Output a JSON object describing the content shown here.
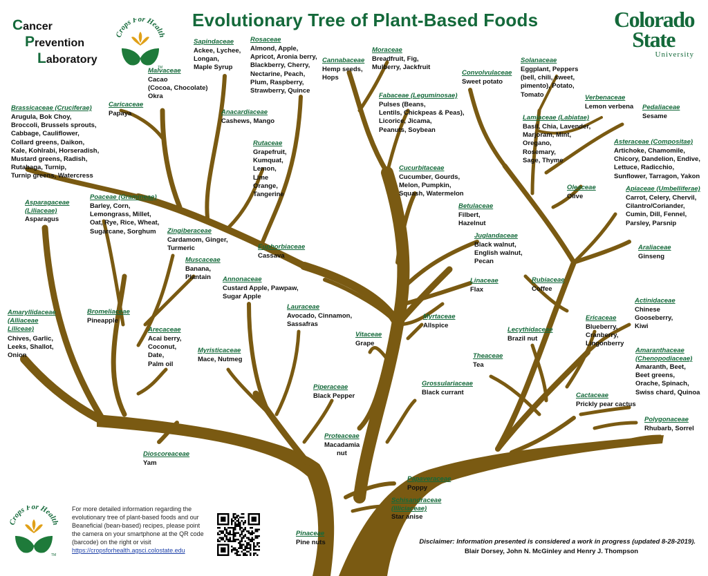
{
  "title": "Evolutionary Tree of Plant-Based Foods",
  "lab": {
    "c": "C",
    "line1": "ancer",
    "p": "P",
    "line2": "revention",
    "l": "L",
    "line3": "aboratory"
  },
  "brand": {
    "crops_logo_text": "Crops For Health",
    "tm": "TM"
  },
  "university": {
    "word1": "Colorado",
    "word2": "State",
    "word3": "University"
  },
  "colors": {
    "trunk": "#7a5a12",
    "green": "#14693a"
  },
  "families": [
    {
      "name": "Sapindaceae",
      "foods": [
        "Ackee, Lychee,",
        "Longan,",
        "Maple Syrup"
      ]
    },
    {
      "name": "Rosaceae",
      "foods": [
        "Almond, Apple,",
        "Apricot, Aronia berry,",
        "Blackberry, Cherry,",
        "Nectarine, Peach,",
        "Plum, Raspberry,",
        "Strawberry, Quince"
      ]
    },
    {
      "name": "Cannabaceae",
      "foods": [
        "Hemp seeds,",
        "Hops"
      ]
    },
    {
      "name": "Moraceae",
      "foods": [
        "Breadfruit, Fig,",
        "Mulberry, Jackfruit"
      ]
    },
    {
      "name": "Convolvulaceae",
      "foods": [
        "Sweet potato"
      ]
    },
    {
      "name": "Solanaceae",
      "foods": [
        "Eggplant, Peppers",
        "(bell, chili, sweet,",
        "pimento), Potato,",
        "Tomato"
      ]
    },
    {
      "name": "Malvaceae",
      "foods": [
        "Cacao",
        "(Cocoa, Chocolate)",
        "Okra"
      ]
    },
    {
      "name": "Fabaceae (Leguminosae)",
      "foods": [
        "Pulses (Beans,",
        "Lentils, Chickpeas & Peas),",
        "Licorice, Jicama,",
        "Peanuts, Soybean"
      ]
    },
    {
      "name": "Verbenaceae",
      "foods": [
        "Lemon verbena"
      ]
    },
    {
      "name": "Pedaliaceae",
      "foods": [
        "Sesame"
      ]
    },
    {
      "name": "Brassicaceae (Cruciferae)",
      "foods": [
        "Arugula, Bok Choy,",
        "Broccoli, Brussels sprouts,",
        "Cabbage, Cauliflower,",
        "Collard greens, Daikon,",
        "Kale, Kohlrabi, Horseradish,",
        "Mustard greens, Radish,",
        "Rutabaga, Turnip,",
        "Turnip greens, Watercress"
      ]
    },
    {
      "name": "Caricaceae",
      "foods": [
        "Papaya"
      ]
    },
    {
      "name": "Anacardiaceae",
      "foods": [
        "Cashews, Mango"
      ]
    },
    {
      "name": "Lamiaceae (Labiatae)",
      "foods": [
        "Basil, Chia, Lavender,",
        "Marjoram, Mint,",
        "Oregano,",
        "Rosemary,",
        "Sage, Thyme"
      ]
    },
    {
      "name": "Asteraceae (Compositae)",
      "foods": [
        "Artichoke, Chamomile,",
        "Chicory, Dandelion, Endive,",
        "Lettuce, Radicchio,",
        "Sunflower, Tarragon, Yakon"
      ]
    },
    {
      "name": "Rutaceae",
      "foods": [
        "Grapefruit,",
        "Kumquat,",
        "Lemon,",
        "Lime",
        "Orange,",
        "Tangerine"
      ]
    },
    {
      "name": "Cucurbitaceae",
      "foods": [
        "Cucumber, Gourds,",
        "Melon, Pumpkin,",
        "Squash, Watermelon"
      ]
    },
    {
      "name": "Oleaceae",
      "foods": [
        "Olive"
      ]
    },
    {
      "name": "Apiaceae (Umbelliferae)",
      "foods": [
        "Carrot, Celery, Chervil,",
        "Cilantro/Coriander,",
        "Cumin, Dill, Fennel,",
        "Parsley, Parsnip"
      ]
    },
    {
      "name": "Asparagaceae",
      "foods": [
        "(Liliaceae)",
        "Asparagus"
      ]
    },
    {
      "name": "Poaceae (Gramineae)",
      "foods": [
        "Barley, Corn,",
        "Lemongrass, Millet,",
        "Oat, Rye, Rice, Wheat,",
        "Sugarcane, Sorghum"
      ]
    },
    {
      "name": "Betulaceae",
      "foods": [
        "Filbert,",
        "Hazelnut"
      ]
    },
    {
      "name": "Zingiberaceae",
      "foods": [
        "Cardamom, Ginger,",
        "Turmeric"
      ]
    },
    {
      "name": "Juglandaceae",
      "foods": [
        "Black walnut,",
        "English walnut,",
        "Pecan"
      ]
    },
    {
      "name": "Euphorbiaceae",
      "foods": [
        "Cassava"
      ]
    },
    {
      "name": "Araliaceae",
      "foods": [
        "Ginseng"
      ]
    },
    {
      "name": "Muscaceae",
      "foods": [
        "Banana,",
        "Plantain"
      ]
    },
    {
      "name": "Annonaceae",
      "foods": [
        "Custard Apple, Pawpaw,",
        "Sugar Apple"
      ]
    },
    {
      "name": "Rubiaceae",
      "foods": [
        "Coffee"
      ]
    },
    {
      "name": "Linaceae",
      "foods": [
        "Flax"
      ]
    },
    {
      "name": "Actinidaceae",
      "foods": [
        "Chinese",
        "Gooseberry,",
        "Kiwi"
      ]
    },
    {
      "name": "Amaryllidaceae",
      "foods": [
        "(Alliaceae",
        "Liliceae)",
        "Chives, Garlic,",
        "Leeks, Shallot,",
        "Onion"
      ]
    },
    {
      "name": "Bromeliaceae",
      "foods": [
        "Pineapple"
      ]
    },
    {
      "name": "Lauraceae",
      "foods": [
        "Avocado, Cinnamon,",
        "Sassafras"
      ]
    },
    {
      "name": "Ericaceae",
      "foods": [
        "Blueberry,",
        "Cranberry,",
        "Lingonberry"
      ]
    },
    {
      "name": "Myrtaceae",
      "foods": [
        "Allspice"
      ]
    },
    {
      "name": "Lecythidaceae",
      "foods": [
        "Brazil nut"
      ]
    },
    {
      "name": "Vitaceae",
      "foods": [
        "Grape"
      ]
    },
    {
      "name": "Arecaceae",
      "foods": [
        "Acai berry,",
        "Coconut,",
        "Date,",
        "Palm oil"
      ]
    },
    {
      "name": "Myristicaceae",
      "foods": [
        "Mace, Nutmeg"
      ]
    },
    {
      "name": "Theaceae",
      "foods": [
        "Tea"
      ]
    },
    {
      "name": "Amaranthaceae",
      "foods": [
        "(Chenopodiaceae)",
        "Amaranth, Beet,",
        "Beet greens,",
        "Orache, Spinach,",
        "Swiss chard, Quinoa"
      ]
    },
    {
      "name": "Grossulariaceae",
      "foods": [
        "Black currant"
      ]
    },
    {
      "name": "Piperaceae",
      "foods": [
        "Black Pepper"
      ]
    },
    {
      "name": "Cactaceae",
      "foods": [
        "Prickly pear cactus"
      ]
    },
    {
      "name": "Polygonaceae",
      "foods": [
        "Rhubarb, Sorrel"
      ]
    },
    {
      "name": "Proteaceae",
      "foods": [
        "Macadamia",
        "nut"
      ]
    },
    {
      "name": "Dioscoreaceae",
      "foods": [
        "Yam"
      ]
    },
    {
      "name": "Papaveraceae",
      "foods": [
        "Poppy"
      ]
    },
    {
      "name": "Schisandraceae",
      "foods": [
        "(Illiciaceae)",
        "Star anise"
      ]
    },
    {
      "name": "Pinaceae",
      "foods": [
        "Pine nuts"
      ]
    }
  ],
  "footer": {
    "info": "For more detailed information regarding the evolutionary tree of plant-based foods and our Beaneficial (bean-based) recipes, please point the camera on your smartphone at the QR code (barcode) on the right or visit",
    "link": "https://cropsforhealth.agsci.colostate.edu",
    "disclaimer": "Disclaimer: Information presented is considered a work in progress (updated 8-28-2019).",
    "authors": "Blair Dorsey, John N. McGinley and Henry J. Thompson"
  }
}
